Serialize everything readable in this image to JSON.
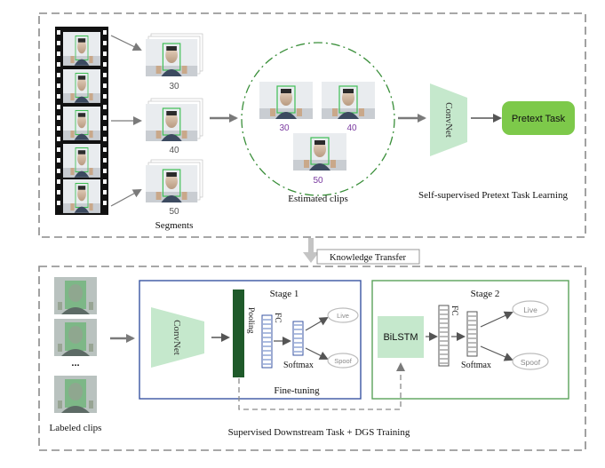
{
  "top_panel": {
    "segment_labels": [
      "30",
      "40",
      "50"
    ],
    "segments_caption": "Segments",
    "estimated_labels": [
      "30",
      "40",
      "50"
    ],
    "estimated_caption": "Estimated clips",
    "convnet_label": "ConvNet",
    "pretext_label": "Pretext Task",
    "caption": "Self-supervised Pretext Task Learning"
  },
  "transfer_label": "Knowledge Transfer",
  "bottom_panel": {
    "labeled_caption": "Labeled clips",
    "ellipsis": "...",
    "stage1": {
      "title": "Stage 1",
      "convnet_label": "ConvNet",
      "pooling_label": "Pooling",
      "fc_label": "FC",
      "softmax_label": "Softmax",
      "live_label": "Live",
      "spoof_label": "Spoof",
      "finetune_label": "Fine-tuning"
    },
    "stage2": {
      "title": "Stage 2",
      "bilstm_label": "BiLSTM",
      "fc_label": "FC",
      "softmax_label": "Softmax",
      "live_label": "Live",
      "spoof_label": "Spoof"
    },
    "caption": "Supervised Downstream Task + DGS Training"
  },
  "colors": {
    "convnet": "#c5e8cc",
    "pretext": "#7dc94a",
    "bilstm": "#c5e8cc",
    "pooling": "#1f5a2a",
    "stage1_border": "#3a56a3",
    "stage2_border": "#5aa35a",
    "dashed": "#8a8a8a",
    "label_purple": "#7a3aa0"
  }
}
